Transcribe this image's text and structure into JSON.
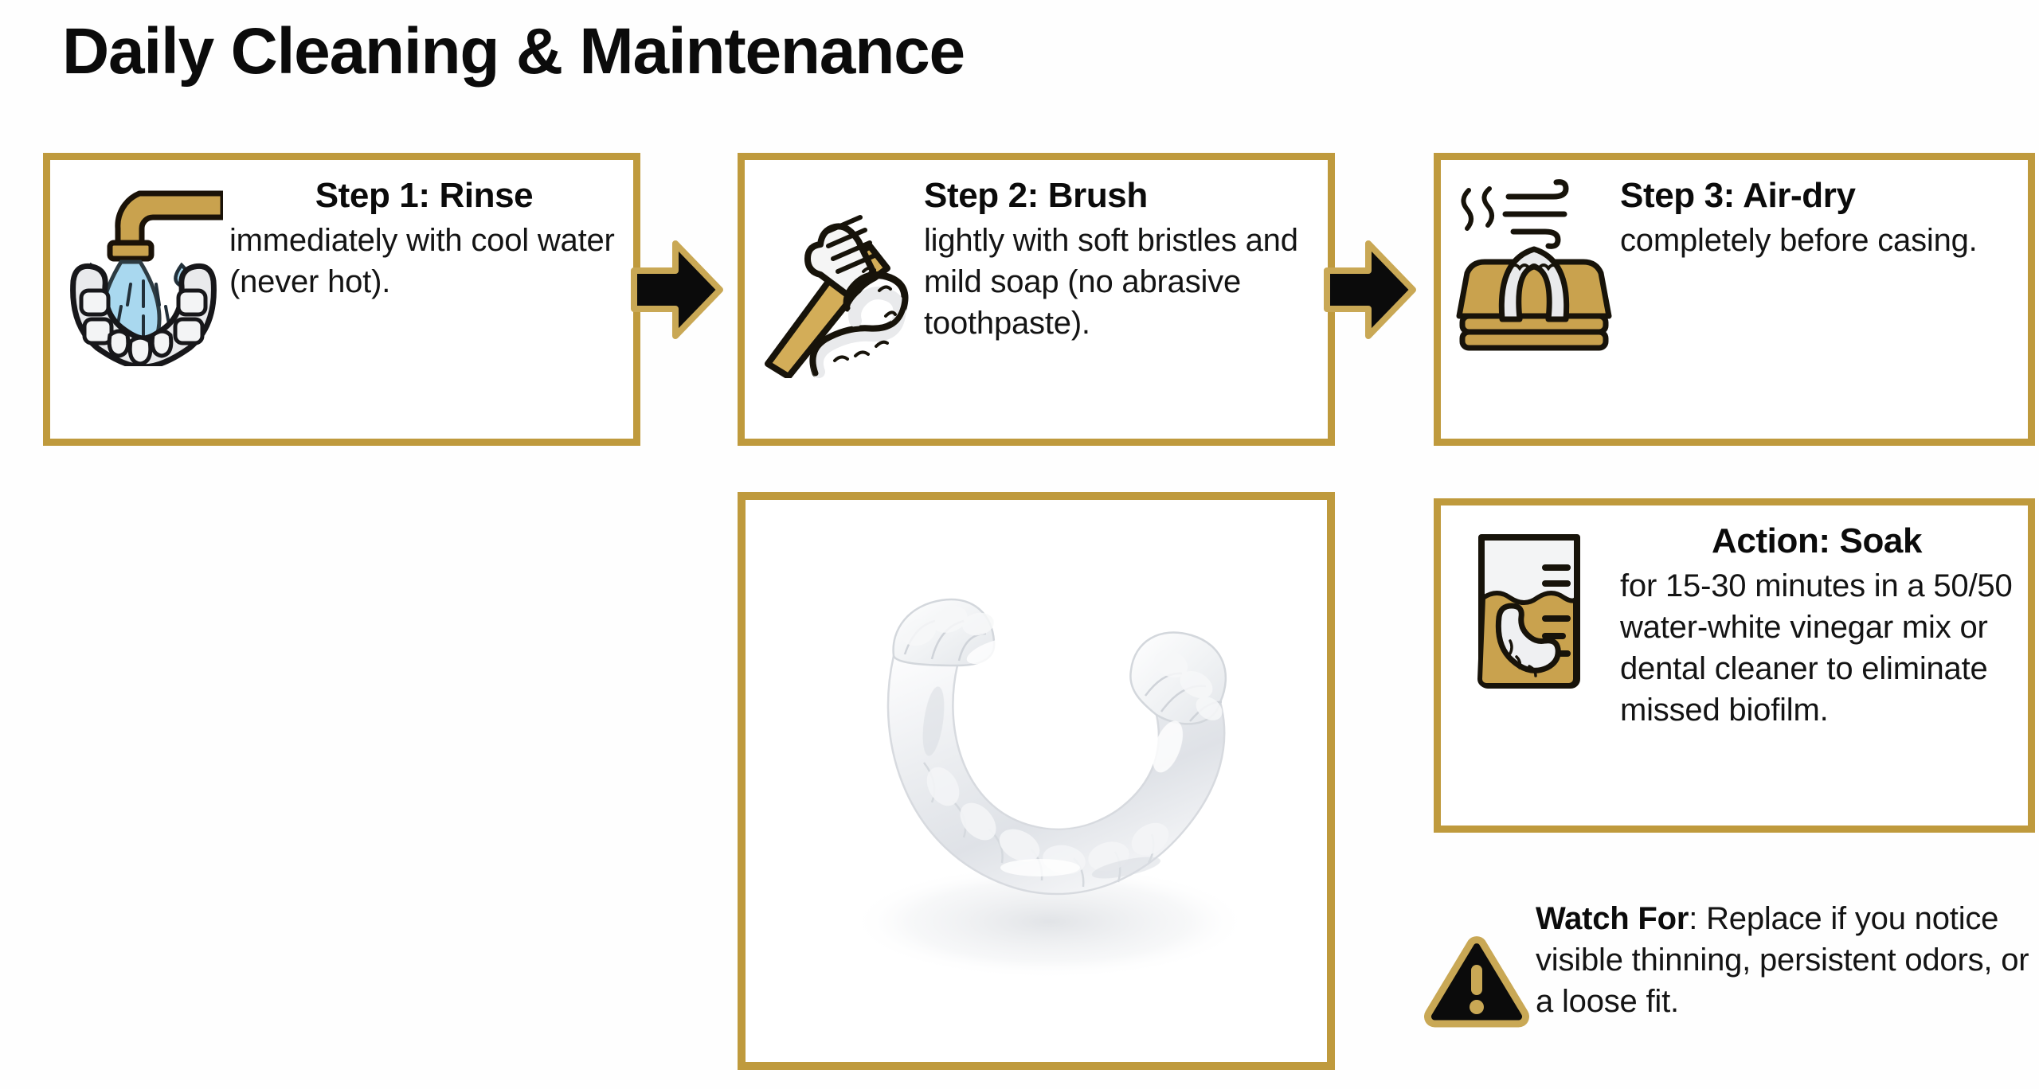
{
  "title": "Daily Cleaning & Maintenance",
  "theme": {
    "gold": "#bf9a3d",
    "gold_light": "#d2b261",
    "black": "#0b0b0b",
    "water_blue": "#a9d8ef",
    "guard_gray": "#e9eaec",
    "background": "#ffffff"
  },
  "steps": [
    {
      "icon": "faucet-rinse-icon",
      "heading": "Step 1: Rinse",
      "body": "immediately with cool water (never hot)."
    },
    {
      "icon": "toothbrush-icon",
      "heading": "Step 2: Brush",
      "body": "lightly with soft bristles and mild soap (no abrasive toothpaste)."
    },
    {
      "icon": "air-dry-towel-icon",
      "heading": "Step 3: Air-dry",
      "body": "completely before casing."
    }
  ],
  "connectors": [
    {
      "icon": "arrow-right-icon"
    },
    {
      "icon": "arrow-right-icon"
    }
  ],
  "photo": {
    "icon": "clear-mouthguard-photo",
    "alt": "Clear dental night guard mouthguard"
  },
  "soak": {
    "icon": "beaker-soak-icon",
    "heading": "Action: Soak",
    "body": "for 15-30 minutes in a 50/50 water-white vinegar mix or dental cleaner to eliminate missed biofilm."
  },
  "warning": {
    "icon": "warning-triangle-icon",
    "label": "Watch For",
    "separator": ": ",
    "body": "Replace if you notice visible thinning, persistent odors, or a loose fit."
  }
}
